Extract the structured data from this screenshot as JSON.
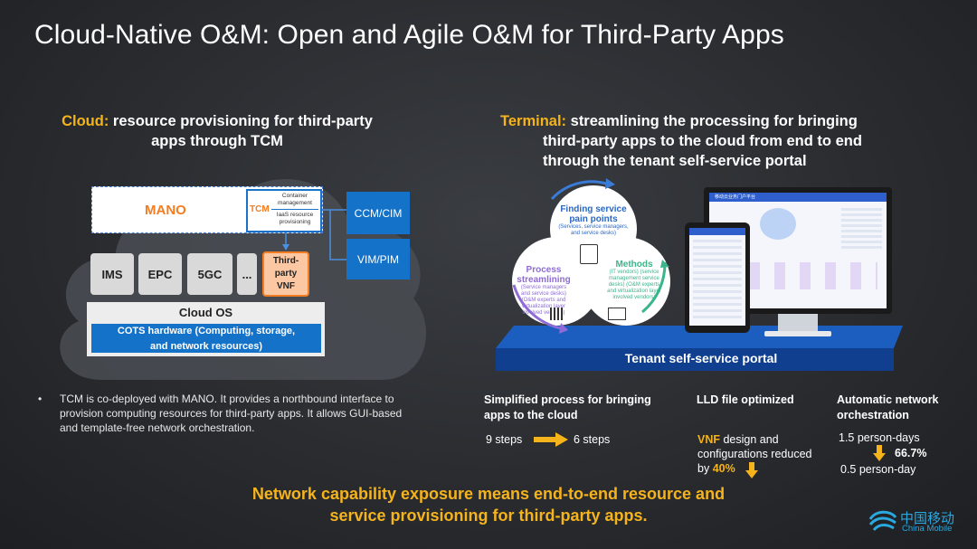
{
  "title": "Cloud-Native O&M: Open and Agile O&M for Third-Party Apps",
  "cloud": {
    "heading_prefix": "Cloud:",
    "heading_rest_line1": "resource provisioning for third-party",
    "heading_line2": "apps through TCM",
    "mano": "MANO",
    "tcm": "TCM",
    "tcm_item1": "Container management",
    "tcm_item2": "IaaS resource provisioning",
    "ccm": "CCM/CIM",
    "vim": "VIM/PIM",
    "ne": [
      "IMS",
      "EPC",
      "5GC",
      "..."
    ],
    "third_party": [
      "Third-",
      "party",
      "VNF"
    ],
    "cloud_os": "Cloud OS",
    "cots_line1": "COTS hardware (Computing, storage,",
    "cots_line2": "and network resources)",
    "bullet": "TCM is co-deployed with MANO. It provides a northbound interface to provision computing resources for third-party apps. It allows GUI-based and template-free network orchestration."
  },
  "terminal": {
    "heading_prefix": "Terminal:",
    "heading_rest_line1": "streamlining the processing for bringing",
    "heading_line2": "third-party apps to the cloud from end to end",
    "heading_line3": "through the tenant self-service portal",
    "c1_head": "Finding service pain points",
    "c1_sub": "(Services, service managers, and service desks)",
    "c2_head": "Process streamlining",
    "c2_sub": "(Service managers and service desks) (O&M experts and virtualization layer involved vendors)",
    "c3_head": "Methods",
    "c3_sub": "(IT vendors) (service management service desks) (O&M experts and virtualization layer involved vendors)",
    "portal": "Tenant self-service portal",
    "screen_title": "移动云业务门户平台"
  },
  "stats": {
    "s1_head_line1": "Simplified process for bringing",
    "s1_head_line2": "apps to the cloud",
    "s1_from": "9 steps",
    "s1_to": "6 steps",
    "s2_head": "LLD file optimized",
    "s2_vnf": "VNF",
    "s2_line1_rest": " design and",
    "s2_line2": "configurations reduced",
    "s2_by": "by ",
    "s2_pct": "40%",
    "s3_head_line1": "Automatic network",
    "s3_head_line2": "orchestration",
    "s3_from": "1.5 person-days",
    "s3_pct": "66.7%",
    "s3_to": "0.5 person-day"
  },
  "bottom_line1": "Network capability exposure means end-to-end resource and",
  "bottom_line2": "service provisioning for third-party apps.",
  "logo_cn": "中国移动",
  "logo_en": "China Mobile",
  "colors": {
    "accent_gold": "#f5b31c",
    "brand_blue": "#1572c9",
    "orange": "#f27d22"
  }
}
